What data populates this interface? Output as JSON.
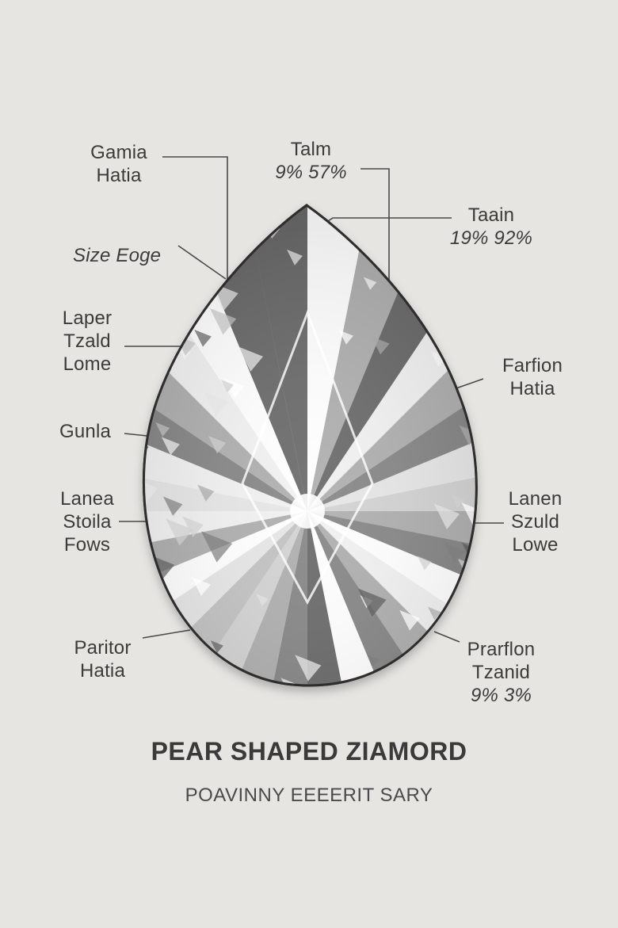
{
  "diagram": {
    "title": "PEAR SHAPED ZIAMORD",
    "subtitle": "POAVINNY EEEERIT SARY",
    "labels": {
      "top_left": [
        "Gamia",
        "Hatia"
      ],
      "top_center": [
        "Talm",
        "9% 57%"
      ],
      "top_right": [
        "Taain",
        "19% 92%"
      ],
      "size_edge": [
        "Size Eoge"
      ],
      "left_upper": [
        "Laper",
        "Tzald",
        "Lome"
      ],
      "right_upper": [
        "Farfion",
        "Hatia"
      ],
      "left_mid": [
        "Gunla"
      ],
      "left_lower": [
        "Lanea",
        "Stoila",
        "Fows"
      ],
      "right_lower": [
        "Lanen",
        "Szuld",
        "Lowe"
      ],
      "bottom_left": [
        "Paritor",
        "Hatia"
      ],
      "bottom_right": [
        "Prarflon",
        "Tzanid",
        "9% 3%"
      ]
    }
  }
}
